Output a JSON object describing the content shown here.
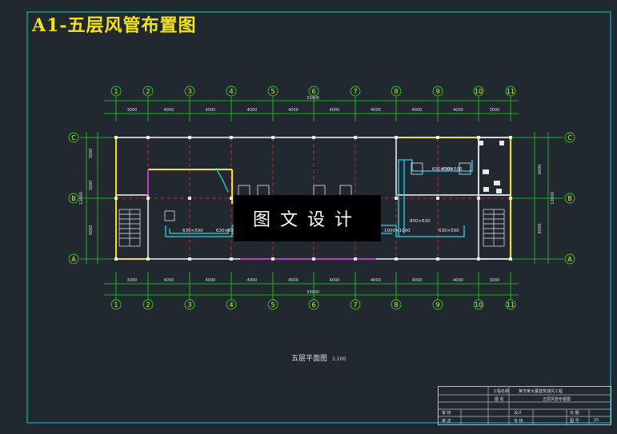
{
  "title": "A1-五层风管布置图",
  "watermark": "图文设计",
  "caption": {
    "text": "五层平面图",
    "scale": "1:100"
  },
  "axes": {
    "columns": [
      "1",
      "2",
      "3",
      "4",
      "5",
      "6",
      "7",
      "8",
      "9",
      "10",
      "11"
    ],
    "rows": [
      "C",
      "B",
      "A"
    ],
    "spans": [
      "3000",
      "4000",
      "4000",
      "4000",
      "4000",
      "4000",
      "4000",
      "4000",
      "4000",
      "3000"
    ],
    "top_total": "33400",
    "bottom_total": "33900",
    "left_dims": [
      "3000",
      "3000",
      "3000"
    ],
    "right_dims": [
      "6600",
      "6000"
    ],
    "left_total": "12000",
    "right_total": "12000"
  },
  "ducts": {
    "labels": [
      "630×500",
      "630×630",
      "630×500",
      "800×630",
      "630×500",
      "1000×1000",
      "630×500"
    ]
  },
  "title_block": {
    "project_label": "工程名称",
    "project_name": "某市某大厦建筑通风工程",
    "drawing_label": "图 名",
    "drawing_name": "五层风管布置图",
    "design": "设计",
    "check": "审 核",
    "approve": "审 定",
    "review": "专 核",
    "date_label": "日 期",
    "sheet_label": "图 号",
    "sheet_no": "15"
  },
  "colors": {
    "frame": "#17c8c8",
    "grid": "#1ed21e",
    "axisline": "#ff3030",
    "wall": "#e8e8e8",
    "duct": "#2fd0e8",
    "accent": "#f4e41c",
    "magenta": "#c838c8"
  }
}
